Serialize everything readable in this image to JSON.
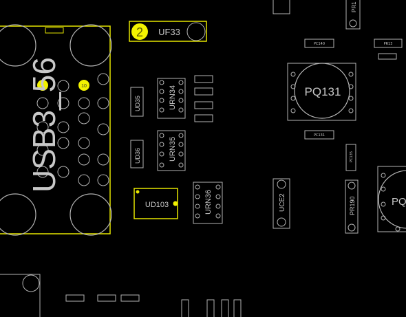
{
  "view": {
    "outline_color": "#b4b4b4",
    "highlight_color": "#f2f200",
    "background": "#000000"
  },
  "components": {
    "usb": {
      "label": "USB3_56",
      "pin_a": "1",
      "pin_b": "10"
    },
    "uf33": {
      "label": "UF33",
      "pin_badge": "2"
    },
    "ud103": {
      "label": "UD103"
    },
    "ud35": {
      "label": "UD35"
    },
    "ud36": {
      "label": "UD36"
    },
    "urn34": {
      "label": "URN34"
    },
    "urn35": {
      "label": "URN35"
    },
    "urn36": {
      "label": "URN36"
    },
    "uce2": {
      "label": "UCE2"
    },
    "pq131": {
      "label": "PQ131"
    },
    "pq_right": {
      "label": "PQ"
    },
    "pr190": {
      "label": "PR190"
    },
    "pr_top": {
      "label": "PR1"
    },
    "pc140": {
      "label": "PC140"
    },
    "pc131": {
      "label": "PC131"
    },
    "pr_right": {
      "label": "PR13"
    },
    "pc_vert": {
      "label": "PC135"
    }
  }
}
